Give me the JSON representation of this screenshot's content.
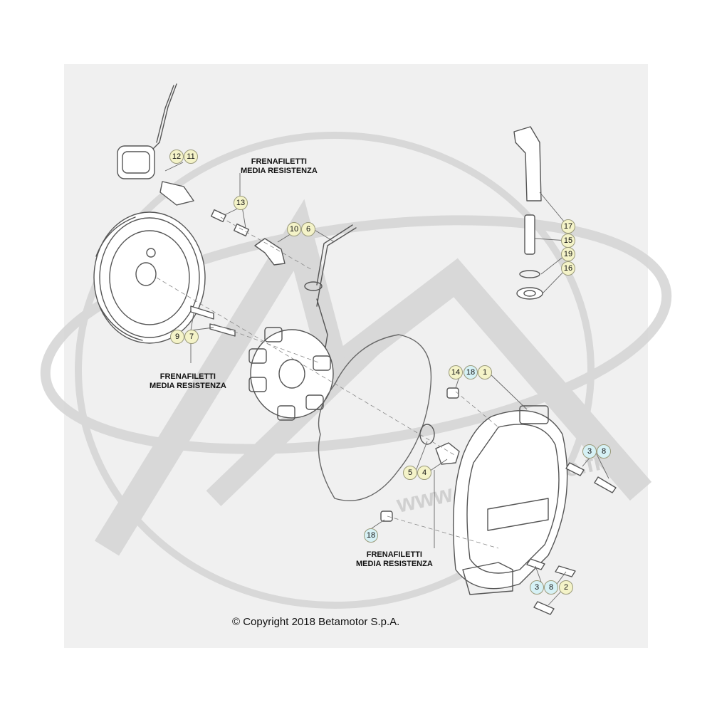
{
  "colors": {
    "background_panel": "#f0f0f0",
    "callout_yellow": "#f4f3c8",
    "callout_cyan": "#d6f1f5",
    "line_art": "#555555",
    "watermark": "#d8d8d8"
  },
  "labels": {
    "threadlock_top": [
      "FRENAFILETTI",
      "MEDIA RESISTENZA"
    ],
    "threadlock_left": [
      "FRENAFILETTI",
      "MEDIA RESISTENZA"
    ],
    "threadlock_bottom": [
      "FRENAFILETTI",
      "MEDIA RESISTENZA"
    ]
  },
  "callouts": [
    {
      "id": "c12",
      "text": "12",
      "color": "yellow"
    },
    {
      "id": "c11",
      "text": "11",
      "color": "yellow"
    },
    {
      "id": "c13",
      "text": "13",
      "color": "yellow"
    },
    {
      "id": "c10",
      "text": "10",
      "color": "yellow"
    },
    {
      "id": "c6",
      "text": "6",
      "color": "yellow"
    },
    {
      "id": "c17",
      "text": "17",
      "color": "yellow"
    },
    {
      "id": "c15",
      "text": "15",
      "color": "yellow"
    },
    {
      "id": "c19",
      "text": "19",
      "color": "yellow"
    },
    {
      "id": "c16",
      "text": "16",
      "color": "yellow"
    },
    {
      "id": "c9",
      "text": "9",
      "color": "yellow"
    },
    {
      "id": "c7",
      "text": "7",
      "color": "yellow"
    },
    {
      "id": "c14",
      "text": "14",
      "color": "yellow"
    },
    {
      "id": "c18a",
      "text": "18",
      "color": "cyan"
    },
    {
      "id": "c1",
      "text": "1",
      "color": "yellow"
    },
    {
      "id": "c3a",
      "text": "3",
      "color": "cyan"
    },
    {
      "id": "c8a",
      "text": "8",
      "color": "cyan"
    },
    {
      "id": "c5",
      "text": "5",
      "color": "yellow"
    },
    {
      "id": "c4",
      "text": "4",
      "color": "yellow"
    },
    {
      "id": "c18b",
      "text": "18",
      "color": "cyan"
    },
    {
      "id": "c3b",
      "text": "3",
      "color": "cyan"
    },
    {
      "id": "c8b",
      "text": "8",
      "color": "cyan"
    },
    {
      "id": "c2",
      "text": "2",
      "color": "yellow"
    }
  ],
  "copyright": "© Copyright 2018 Betamotor S.p.A."
}
